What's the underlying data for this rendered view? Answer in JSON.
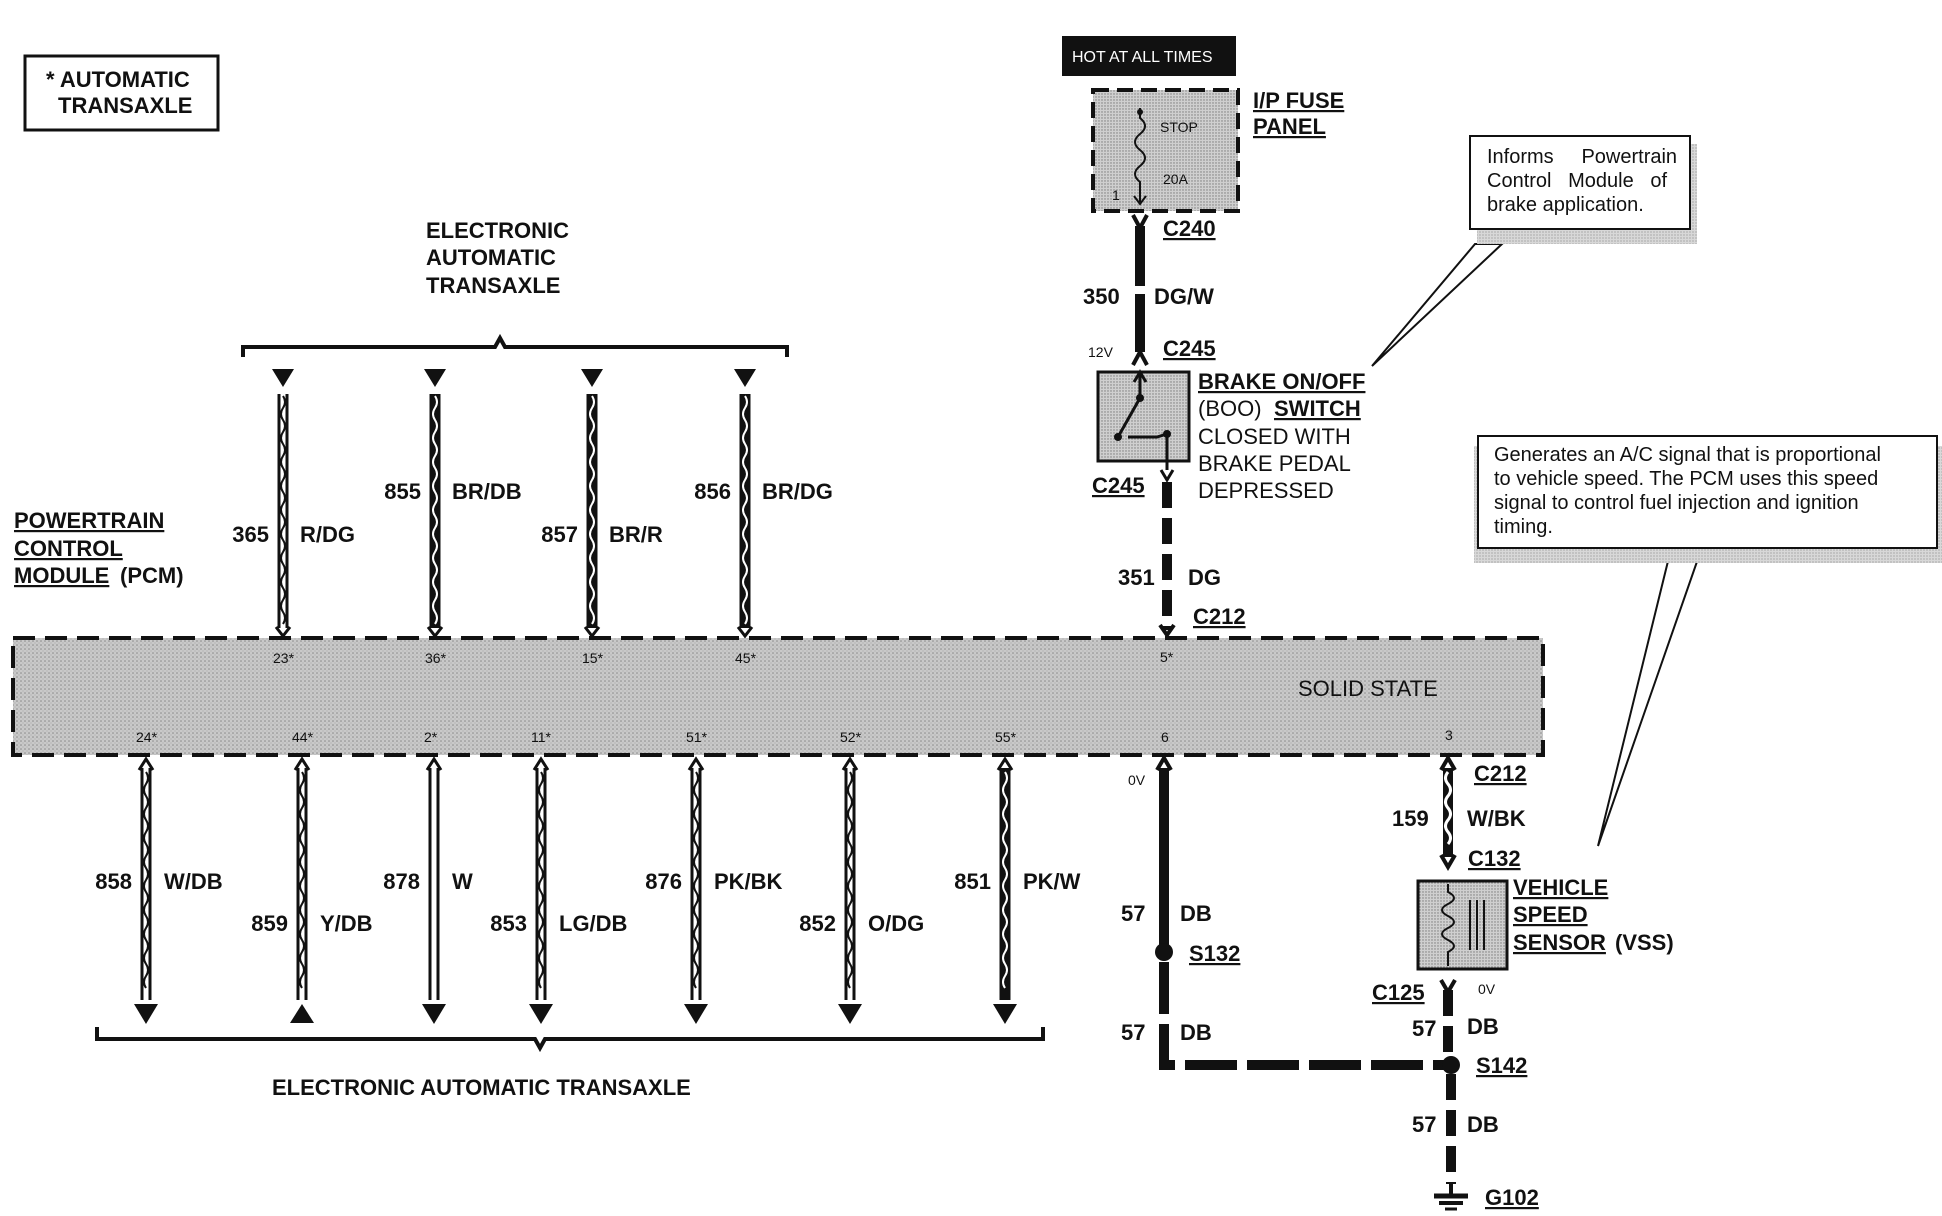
{
  "legend_box": {
    "line1": "* AUTOMATIC",
    "line2": "TRANSAXLE"
  },
  "top_group": {
    "line1": "ELECTRONIC",
    "line2": "AUTOMATIC",
    "line3": "TRANSAXLE"
  },
  "bottom_group": {
    "label": "ELECTRONIC AUTOMATIC TRANSAXLE"
  },
  "pcm": {
    "line1": "POWERTRAIN",
    "line2": "CONTROL",
    "line3": "MODULE",
    "line3_suffix": "(PCM)",
    "inner_label": "SOLID STATE"
  },
  "power_source": {
    "label": "HOT AT ALL TIMES"
  },
  "fuse_panel": {
    "line1": "I/P FUSE",
    "line2": "PANEL",
    "fuse_name": "STOP",
    "fuse_rating": "20A",
    "pin": "1"
  },
  "top_wires": [
    {
      "circuit": "365",
      "color": "R/DG",
      "pin": "23*"
    },
    {
      "circuit": "855",
      "color": "BR/DB",
      "pin": "36*"
    },
    {
      "circuit": "857",
      "color": "BR/R",
      "pin": "15*"
    },
    {
      "circuit": "856",
      "color": "BR/DG",
      "pin": "45*"
    }
  ],
  "bottom_wires": [
    {
      "circuit": "858",
      "color": "W/DB",
      "pin": "24*"
    },
    {
      "circuit": "859",
      "color": "Y/DB",
      "pin": "44*"
    },
    {
      "circuit": "878",
      "color": "W",
      "pin": "2*"
    },
    {
      "circuit": "853",
      "color": "LG/DB",
      "pin": "11*"
    },
    {
      "circuit": "876",
      "color": "PK/BK",
      "pin": "51*"
    },
    {
      "circuit": "852",
      "color": "O/DG",
      "pin": "52*"
    },
    {
      "circuit": "851",
      "color": "PK/W",
      "pin": "55*"
    }
  ],
  "brake_circuit": {
    "c240": "C240",
    "w350_circuit": "350",
    "w350_color": "DG/W",
    "voltage_12v": "12V",
    "c245_top": "C245",
    "c245_bottom": "C245",
    "switch_line1": "BRAKE ON/OFF",
    "switch_line2_a": "(BOO)",
    "switch_line2_b": "SWITCH",
    "switch_line3": "CLOSED WITH",
    "switch_line4": "BRAKE PEDAL",
    "switch_line5": "DEPRESSED",
    "w351_circuit": "351",
    "w351_color": "DG",
    "c212": "C212",
    "pcm_pin": "5*"
  },
  "ground_circuit": {
    "pcm_pin": "6",
    "voltage_0v": "0V",
    "w57a_circuit": "57",
    "w57a_color": "DB",
    "s132": "S132",
    "w57b_circuit": "57",
    "w57b_color": "DB",
    "w57c_circuit": "57",
    "w57c_color": "DB",
    "s142": "S142",
    "w57d_circuit": "57",
    "w57d_color": "DB",
    "g102": "G102"
  },
  "vss_circuit": {
    "pcm_pin": "3",
    "c212": "C212",
    "w159_circuit": "159",
    "w159_color": "W/BK",
    "c132": "C132",
    "sensor_line1": "VEHICLE",
    "sensor_line2": "SPEED",
    "sensor_line3": "SENSOR",
    "sensor_line3_suffix": "(VSS)",
    "c125": "C125",
    "voltage_0v": "0V"
  },
  "note_brake": {
    "line1": "Informs     Powertrain",
    "line2": "Control   Module   of",
    "line3": "brake application."
  },
  "note_vss": {
    "line1": "Generates an A/C signal that is proportional",
    "line2": "to vehicle speed. The PCM uses this speed",
    "line3": "signal to control fuel injection and ignition",
    "line4": "timing."
  }
}
